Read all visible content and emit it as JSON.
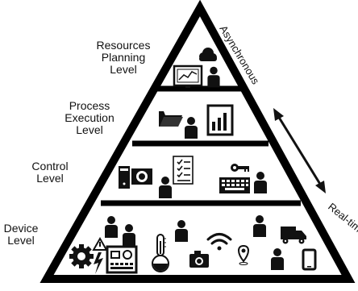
{
  "levels": [
    {
      "id": "resources",
      "lines": [
        "Resources",
        "Planning",
        "Level"
      ]
    },
    {
      "id": "process",
      "lines": [
        "Process",
        "Execution",
        "Level"
      ]
    },
    {
      "id": "control",
      "lines": [
        "Control",
        "Level"
      ]
    },
    {
      "id": "device",
      "lines": [
        "Device",
        "Level"
      ]
    }
  ],
  "axis": {
    "top_label": "Asynchronous",
    "bottom_label": "Real-time"
  },
  "icons": {
    "resources": [
      "cloud-icon",
      "monitor-chart-icon",
      "person-icon"
    ],
    "process": [
      "folder-icon",
      "person-icon",
      "bar-chart-icon"
    ],
    "control": [
      "computer-tower-icon",
      "person-icon",
      "checklist-icon",
      "key-icon",
      "keyboard-icon",
      "person-icon"
    ],
    "device": [
      "person-icon",
      "person-icon",
      "gear-icon",
      "warning-electric-icon",
      "control-panel-icon",
      "thermometer-flask-icon",
      "person-icon",
      "wifi-icon",
      "camera-icon",
      "location-pin-icon",
      "person-icon",
      "truck-icon",
      "person-icon",
      "smartphone-icon"
    ]
  }
}
